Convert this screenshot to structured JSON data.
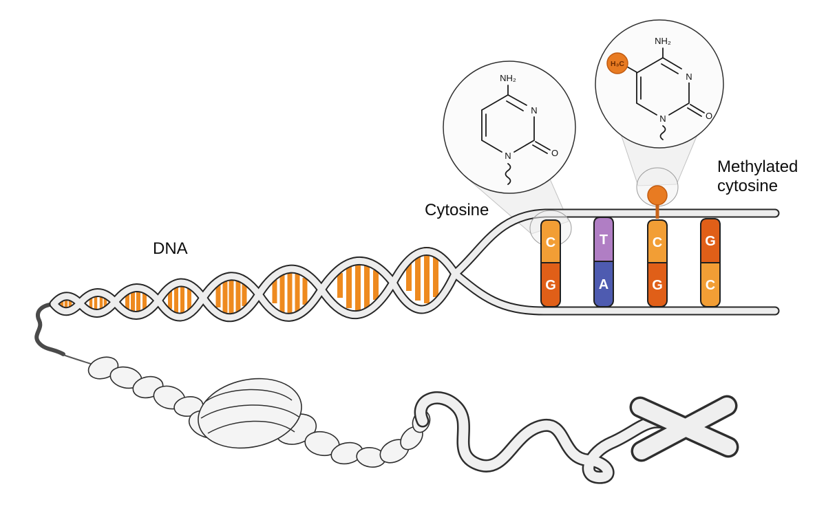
{
  "labels": {
    "dna": "DNA",
    "cytosine": "Cytosine",
    "methylated_line1": "Methylated",
    "methylated_line2": "cytosine"
  },
  "base_pairs": [
    {
      "top": "C",
      "bottom": "G"
    },
    {
      "top": "T",
      "bottom": "A"
    },
    {
      "top": "C",
      "bottom": "G"
    },
    {
      "top": "G",
      "bottom": "C"
    }
  ],
  "chemistry": {
    "cytosine": {
      "amino": "NH₂",
      "ring_nitrogen": "N",
      "ring_nitrogen_bottom": "N",
      "oxygen": "O"
    },
    "methylated_cytosine": {
      "amino": "NH₂",
      "methyl": "H₃C",
      "ring_nitrogen": "N",
      "ring_nitrogen_bottom": "N",
      "oxygen": "O"
    }
  },
  "colors": {
    "cytosine_orange": "#F29E35",
    "guanine_orange": "#E05F18",
    "thymine_purple": "#B07EC4",
    "adenine_blue": "#4E5BB0",
    "methyl_orange": "#E87B22",
    "rung_orange": "#EE8A1F"
  }
}
